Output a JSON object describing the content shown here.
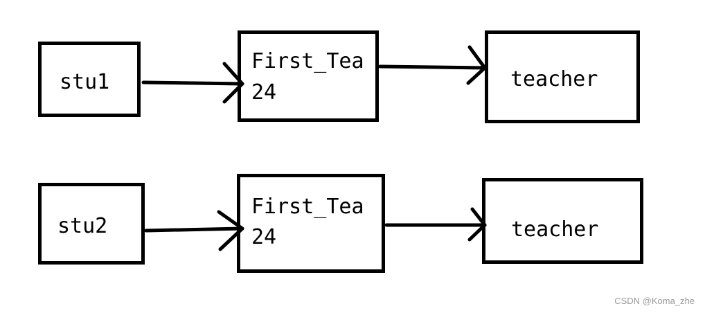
{
  "rows": [
    {
      "source": "stu1",
      "middle": {
        "name": "First_Tea",
        "age": "24"
      },
      "target": "teacher"
    },
    {
      "source": "stu2",
      "middle": {
        "name": "First_Tea",
        "age": "24"
      },
      "target": "teacher"
    }
  ],
  "watermark": "CSDN @Koma_zhe",
  "colors": {
    "stroke": "#000000",
    "watermark": "#9a9a9a"
  }
}
